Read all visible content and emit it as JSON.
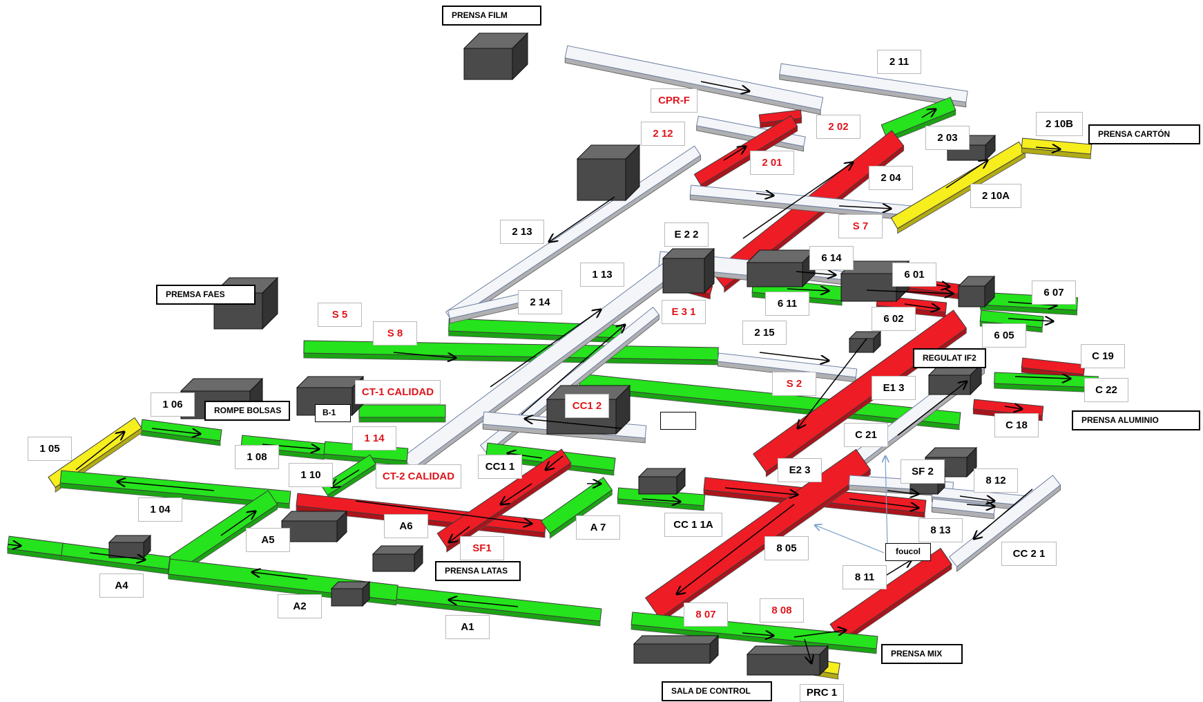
{
  "colors": {
    "green": "#25e31c",
    "red": "#ee1c25",
    "yellow": "#f6ee1d",
    "white_conveyor": "#f4f5f8",
    "machine_dark": "#4a4a4a",
    "red_label_text": "#e0141b"
  },
  "labels": {
    "l_211": "2 11",
    "l_cprf": "CPR-F",
    "l_212": "2 12",
    "l_202": "2 02",
    "l_201": "2 01",
    "l_203": "2 03",
    "l_204": "2 04",
    "l_210b": "2 10B",
    "l_210a": "2 10A",
    "l_s7": "S 7",
    "l_213": "2 13",
    "l_e22": "E 2 2",
    "l_614": "6 14",
    "l_601": "6 01",
    "l_113": "1 13",
    "l_214": "2 14",
    "l_e31": "E 3 1",
    "l_611": "6 11",
    "l_607": "6 07",
    "l_602": "6 02",
    "l_605": "6 05",
    "l_s5": "S 5",
    "l_s8": "S 8",
    "l_215": "2 15",
    "l_c19": "C 19",
    "l_ct1": "CT-1 CALIDAD",
    "l_s2": "S 2",
    "l_e13": "E1 3",
    "l_c22": "C 22",
    "l_106": "1 06",
    "l_cc12": "CC1 2",
    "l_c18": "C 18",
    "l_c21": "C 21",
    "l_105": "1 05",
    "l_114": "1 14",
    "l_108": "1 08",
    "l_cc11": "CC1 1",
    "l_e23": "E2 3",
    "l_sf2": "SF 2",
    "l_812": "8 12",
    "l_110": "1 10",
    "l_ct2": "CT-2 CALIDAD",
    "l_104": "1 04",
    "l_a6": "A6",
    "l_a7": "A 7",
    "l_cc11a": "CC 1 1A",
    "l_813": "8 13",
    "l_a5": "A5",
    "l_sf1": "SF1",
    "l_805": "8 05",
    "l_cc21": "CC 2 1",
    "l_a4": "A4",
    "l_811": "8 11",
    "l_a2": "A2",
    "l_807": "8 07",
    "l_808": "8 08",
    "l_a1": "A1",
    "l_prc1": "PRC 1"
  },
  "machines": {
    "prensa_film": "PRENSA FILM",
    "prensa_carton": "PRENSA CARTÓN",
    "premsa_faes": "PREMSA FAES",
    "regulat": "REGULAT IF2",
    "rompe_bolsas": "ROMPE BOLSAS",
    "b1": "B-1",
    "prensa_aluminio": "PRENSA ALUMINIO",
    "prensa_latas": "PRENSA LATAS",
    "foucol": "foucol",
    "prensa_mix": "PRENSA MIX",
    "sala_control": "SALA DE CONTROL"
  }
}
